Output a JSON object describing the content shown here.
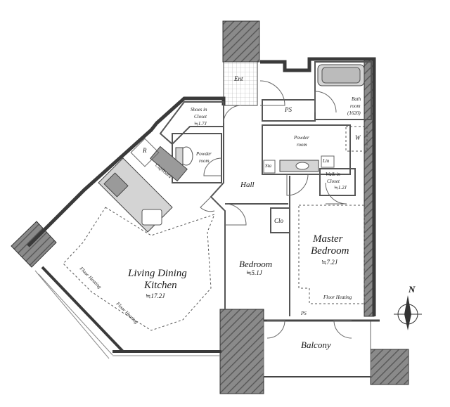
{
  "rooms": {
    "ent": "Ent",
    "ps_top": "PS",
    "bath_line1": "Bath",
    "bath_line2": "room",
    "bath_size": "(1620)",
    "shoes_line1": "Shoes in",
    "shoes_line2": "Closet",
    "shoes_size": "≒1.7J",
    "powder_left_line1": "Powder",
    "powder_left_line2": "room",
    "powder_right_line1": "Powder",
    "powder_right_line2": "room",
    "r": "R",
    "cupboard": "Cupboard",
    "sta": "Sta",
    "lin": "Lin",
    "hall": "Hall",
    "walkin_line1": "Walk in",
    "walkin_line2": "Closet",
    "walkin_size": "≒1.2J",
    "clo": "Clo",
    "master_line1": "Master",
    "master_line2": "Bedroom",
    "master_size": "≒7.2J",
    "bedroom": "Bedroom",
    "bedroom_size": "≒5.1J",
    "ldk_line1": "Living Dining",
    "ldk_line2": "Kitchen",
    "ldk_size": "≒17.2J",
    "floor_heat_1": "Floor Heating",
    "floor_heat_2": "Floor Heating",
    "floor_heat_master": "Floor Heating",
    "ps_bottom": "PS",
    "balcony": "Balcony",
    "w": "W",
    "north": "N"
  }
}
